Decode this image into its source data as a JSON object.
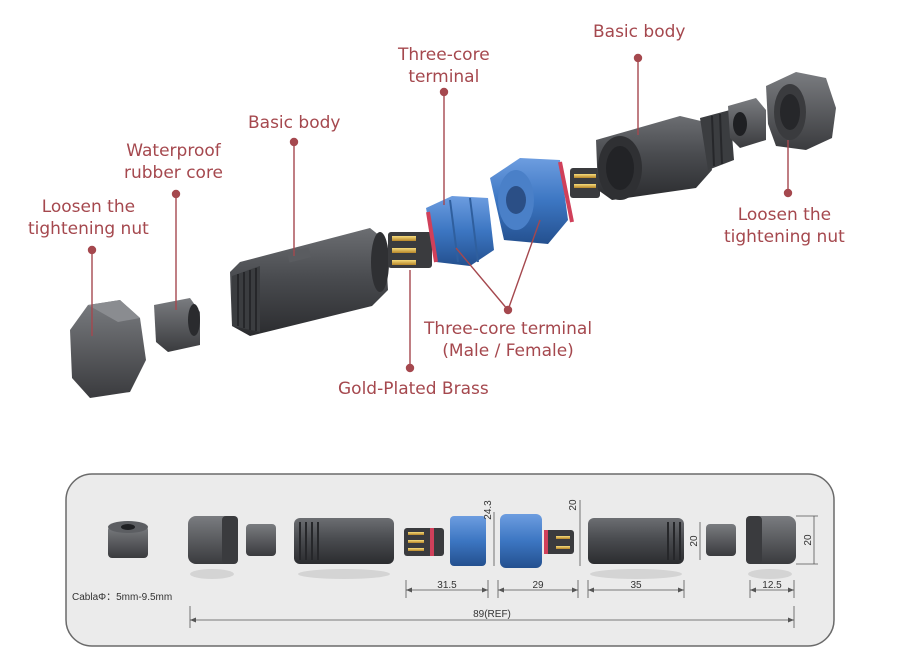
{
  "labels": {
    "nut_left": [
      "Loosen the",
      "tightening nut"
    ],
    "rubber_core": [
      "Waterproof",
      "rubber core"
    ],
    "body_left": "Basic body",
    "terminal_top": [
      "Three-core",
      "terminal"
    ],
    "body_right": "Basic body",
    "nut_right": [
      "Loosen the",
      "tightening nut"
    ],
    "terminal_mf": [
      "Three-core terminal",
      "(Male / Female)"
    ],
    "brass": "Gold-Plated Brass"
  },
  "dimensions": {
    "cable": "CablaΦ：5mm-9.5mm",
    "h_24_3": "24.3",
    "h_20_a": "20",
    "h_20_b": "20",
    "h_20_c": "20",
    "w_31_5": "31.5",
    "w_29": "29",
    "w_35": "35",
    "w_12_5": "12.5",
    "total": "89(REF)"
  },
  "colors": {
    "label": "#a5484e",
    "body": "#4a4c50",
    "blue": "#3c76c2",
    "gold": "#e0b23a",
    "pink": "#d0405a"
  }
}
